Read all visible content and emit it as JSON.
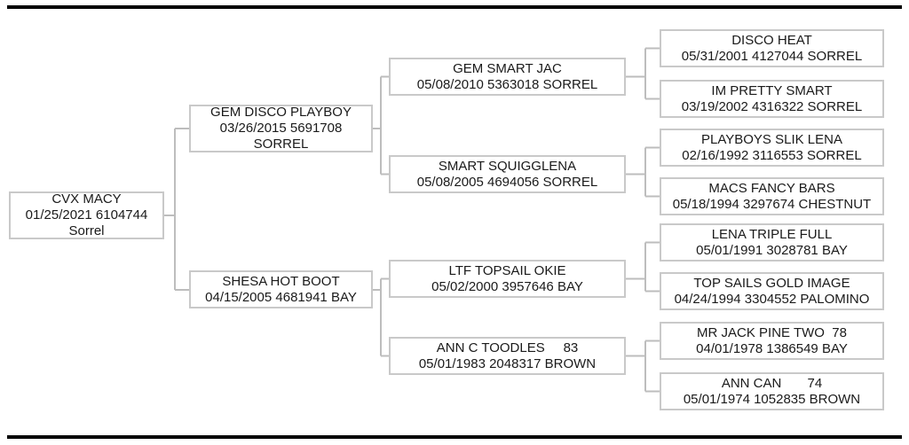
{
  "colors": {
    "connector_line": "#bdbdbd",
    "box_border": "#c9c9c9",
    "text": "#1a1a1a",
    "rule": "#000000"
  },
  "pedigree": {
    "nodes": {
      "root": {
        "line1": "CVX MACY",
        "line2": "01/25/2021 6104744",
        "line3": "Sorrel"
      },
      "sire": {
        "line1": "GEM DISCO PLAYBOY",
        "line2": "03/26/2015 5691708",
        "line3": "SORREL"
      },
      "dam": {
        "line1": "SHESA HOT BOOT",
        "line2": "04/15/2005 4681941 BAY"
      },
      "sire_sire": {
        "line1": "GEM SMART JAC",
        "line2": "05/08/2010 5363018 SORREL"
      },
      "sire_dam": {
        "line1": "SMART SQUIGGLENA",
        "line2": "05/08/2005 4694056 SORREL"
      },
      "dam_sire": {
        "line1": "LTF TOPSAIL OKIE",
        "line2": "05/02/2000 3957646 BAY"
      },
      "dam_dam": {
        "line1": "ANN C TOODLES     83",
        "line2": "05/01/1983 2048317 BROWN"
      },
      "ss_sire": {
        "line1": "DISCO HEAT",
        "line2": "05/31/2001 4127044 SORREL"
      },
      "ss_dam": {
        "line1": "IM PRETTY SMART",
        "line2": "03/19/2002 4316322 SORREL"
      },
      "sd_sire": {
        "line1": "PLAYBOYS SLIK LENA",
        "line2": "02/16/1992 3116553 SORREL"
      },
      "sd_dam": {
        "line1": "MACS FANCY BARS",
        "line2": "05/18/1994 3297674 CHESTNUT"
      },
      "ds_sire": {
        "line1": "LENA TRIPLE FULL",
        "line2": "05/01/1991 3028781 BAY"
      },
      "ds_dam": {
        "line1": "TOP SAILS GOLD IMAGE",
        "line2": "04/24/1994 3304552 PALOMINO"
      },
      "dd_sire": {
        "line1": "MR JACK PINE TWO  78",
        "line2": "04/01/1978 1386549 BAY"
      },
      "dd_dam": {
        "line1": "ANN CAN       74",
        "line2": "05/01/1974 1052835 BROWN"
      }
    }
  }
}
